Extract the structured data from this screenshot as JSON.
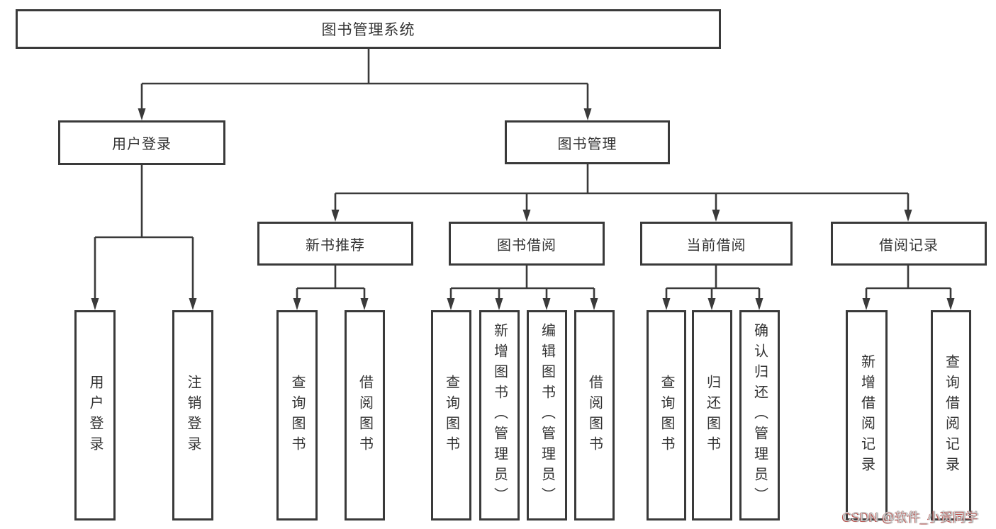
{
  "diagram": {
    "tree": {
      "label": "图书管理系统",
      "children": [
        {
          "label": "用户登录",
          "children": [
            {
              "label": "用户登录"
            },
            {
              "label": "注销登录"
            }
          ]
        },
        {
          "label": "图书管理",
          "children": [
            {
              "label": "新书推荐",
              "children": [
                {
                  "label": "查询图书"
                },
                {
                  "label": "借阅图书"
                }
              ]
            },
            {
              "label": "图书借阅",
              "children": [
                {
                  "label": "查询图书"
                },
                {
                  "label": "新增图书（管理员）"
                },
                {
                  "label": "编辑图书（管理员）"
                },
                {
                  "label": "借阅图书"
                }
              ]
            },
            {
              "label": "当前借阅",
              "children": [
                {
                  "label": "查询图书"
                },
                {
                  "label": "归还图书"
                },
                {
                  "label": "确认归还（管理员）"
                }
              ]
            },
            {
              "label": "借阅记录",
              "children": [
                {
                  "label": "新增借阅记录"
                },
                {
                  "label": "查询借阅记录"
                }
              ]
            }
          ]
        }
      ]
    },
    "colors": {
      "line": "#3a3a3a",
      "node_border": "#3a3a3a",
      "node_text": "#333333",
      "background": "#ffffff",
      "watermark_gray": "#cdcdcd",
      "watermark_red": "#b85450"
    }
  },
  "watermark": {
    "text": "CSDN @软件_小贺同学"
  }
}
